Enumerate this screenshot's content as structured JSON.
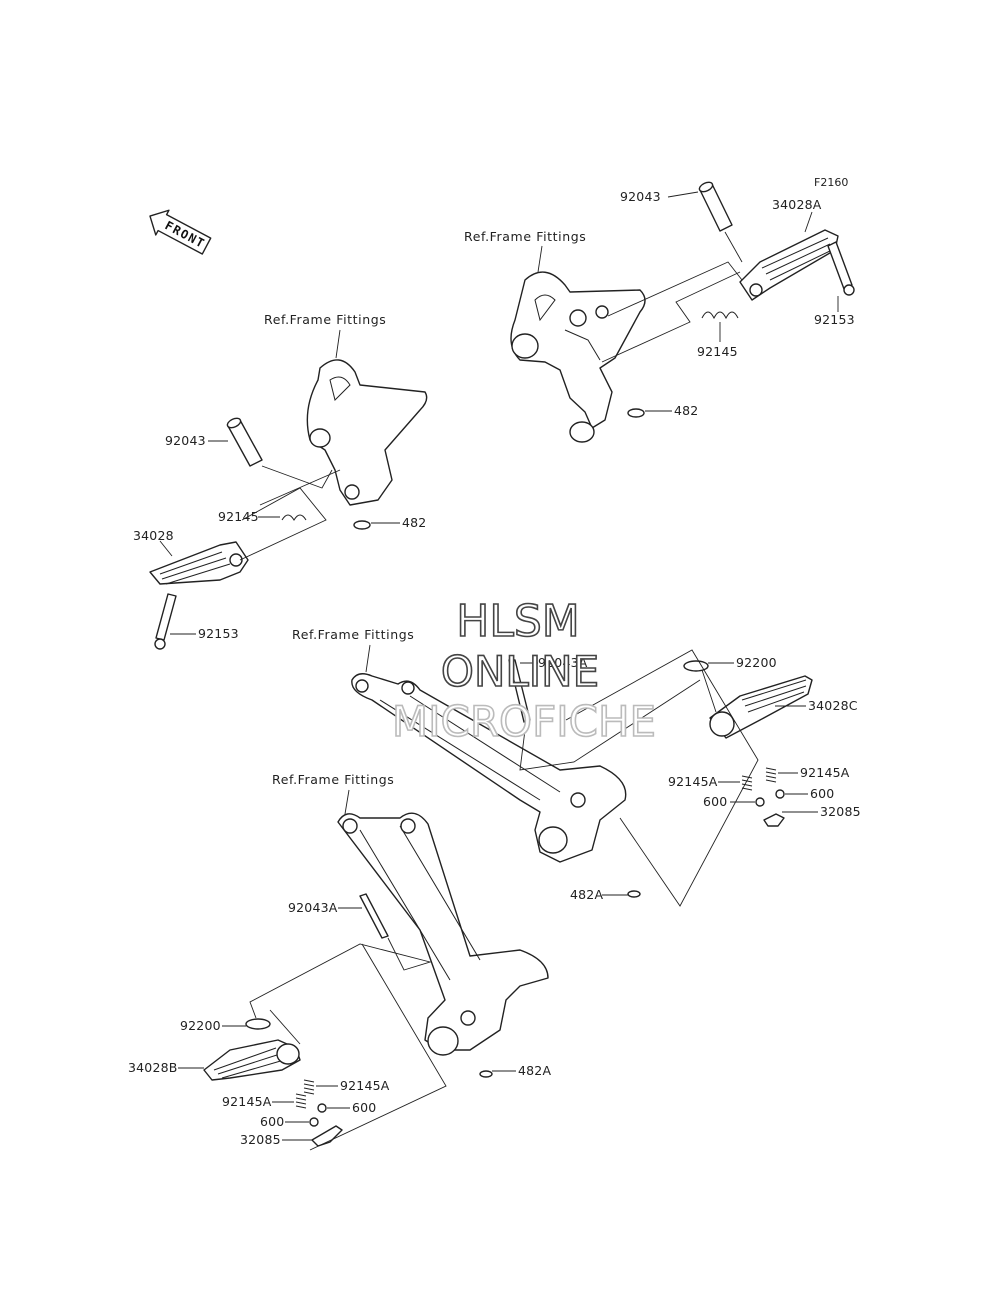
{
  "diagram_code": "F2160",
  "front_arrow": {
    "label": "FRONT"
  },
  "watermark": {
    "line1": "HLSM",
    "line2": "ONLINE",
    "line3": "MICROFICHE"
  },
  "reference_label": "Ref.Frame Fittings",
  "callouts": {
    "upper_right": {
      "p92043": "92043",
      "p34028A": "34028A",
      "p92153": "92153",
      "p92145": "92145",
      "p482": "482"
    },
    "upper_left": {
      "p92043": "92043",
      "p92145": "92145",
      "p482": "482",
      "p34028": "34028",
      "p92153": "92153"
    },
    "lower_right": {
      "p92043A": "92043A",
      "p92200": "92200",
      "p34028C": "34028C",
      "p92145A_left": "92145A",
      "p92145A_right": "92145A",
      "p600_left": "600",
      "p600_right": "600",
      "p32085": "32085",
      "p482A": "482A"
    },
    "lower_left": {
      "p92043A": "92043A",
      "p92200": "92200",
      "p34028B": "34028B",
      "p92145A_right": "92145A",
      "p92145A_left": "92145A",
      "p600_right": "600",
      "p600_left": "600",
      "p32085": "32085",
      "p482A": "482A"
    }
  }
}
